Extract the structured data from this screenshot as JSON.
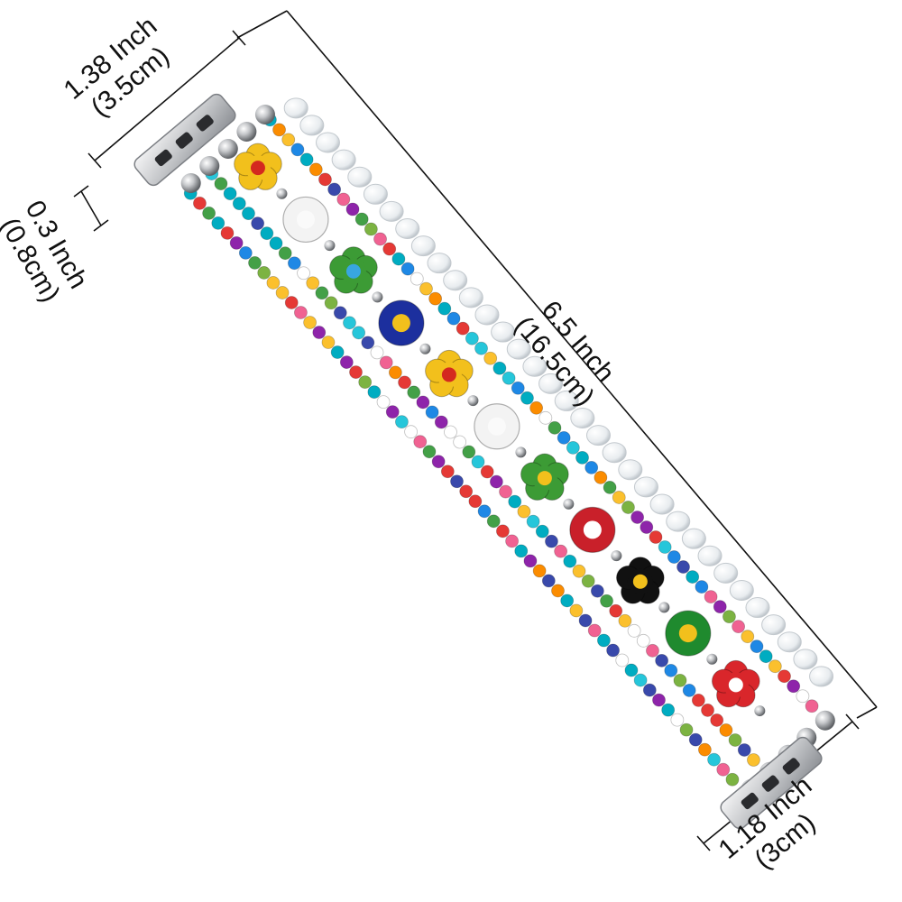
{
  "dimensions": {
    "top_width": {
      "inch": "1.38 Inch",
      "cm": "(3.5cm)"
    },
    "connector_height": {
      "inch": "0.3 Inch",
      "cm": "(0.8cm)"
    },
    "length": {
      "inch": "6.5 Inch",
      "cm": "(16.5cm)"
    },
    "bottom_width": {
      "inch": "1.18 Inch",
      "cm": "(3cm)"
    }
  },
  "colors": {
    "metal": "#c8c9cc",
    "pearl": "#eef1f3",
    "line": "#111111"
  },
  "charms": [
    {
      "kind": "flower",
      "color": "#f2c01c",
      "center": "#d4291f"
    },
    {
      "kind": "round-white",
      "color": "#f3f3f3",
      "center": "#ffffff"
    },
    {
      "kind": "flower",
      "color": "#3c9b35",
      "center": "#38a6e0"
    },
    {
      "kind": "round",
      "color": "#1c2f9e",
      "center": "#f2c01c"
    },
    {
      "kind": "flower",
      "color": "#f2c01c",
      "center": "#d4291f"
    },
    {
      "kind": "round-white",
      "color": "#f3f3f3",
      "center": "#ffffff"
    },
    {
      "kind": "flower",
      "color": "#3c9b35",
      "center": "#f2c01c"
    },
    {
      "kind": "round",
      "color": "#c9202a",
      "center": "#ffffff"
    },
    {
      "kind": "flower",
      "color": "#111111",
      "center": "#f2c01c"
    },
    {
      "kind": "round",
      "color": "#1f8a2e",
      "center": "#f2c01c"
    },
    {
      "kind": "flower",
      "color": "#d9262b",
      "center": "#ffffff"
    }
  ]
}
